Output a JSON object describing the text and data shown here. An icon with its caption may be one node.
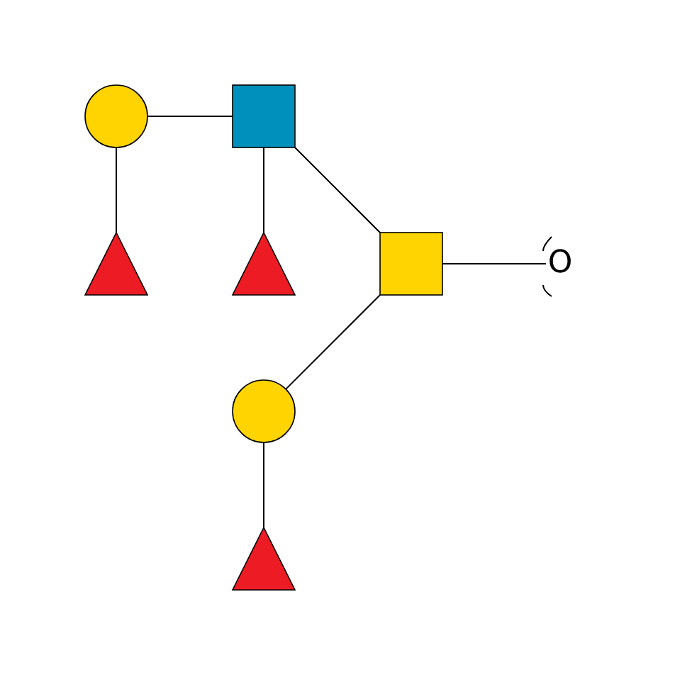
{
  "diagram": {
    "nodes": [
      {
        "text": [],
        "shape": "circle"
      },
      {
        "text": [],
        "shape": "box"
      },
      {
        "text": [],
        "shape": "triangle"
      },
      {
        "text": [],
        "shape": "triangle"
      },
      {
        "text": [],
        "shape": "box"
      },
      {
        "text": [
          "O"
        ]
      },
      {
        "text": [],
        "shape": "circle"
      },
      {
        "text": [],
        "shape": "triangle"
      }
    ],
    "edges": [
      {
        "from": 0,
        "to": 1,
        "arrow": "none"
      },
      {
        "from": 0,
        "to": 2,
        "arrow": "none"
      },
      {
        "from": 1,
        "to": 3,
        "arrow": "none"
      },
      {
        "from": 1,
        "to": 4,
        "arrow": "none"
      },
      {
        "from": 4,
        "to": 5,
        "arrow": "none"
      },
      {
        "from": 4,
        "to": 6,
        "arrow": "none"
      },
      {
        "from": 6,
        "to": 7,
        "arrow": "none"
      }
    ]
  }
}
